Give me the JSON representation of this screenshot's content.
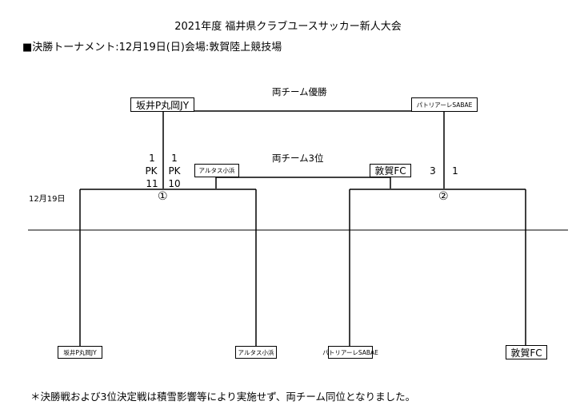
{
  "header": {
    "title": "2021年度 福井県クラブユースサッカー新人大会",
    "subtitle": "■決勝トーナメント:12月19日(日)会場:敦賀陸上競技場"
  },
  "date_label": "12月19日",
  "final": {
    "label": "両チーム優勝",
    "team_left": "坂井P丸岡JY",
    "team_right": "パトリアーレSABAE"
  },
  "third_place": {
    "label": "両チーム3位",
    "team_left": "アルタス小浜",
    "team_right": "敦賀FC"
  },
  "match1": {
    "number": "①",
    "score_left": "1",
    "score_right": "1",
    "pk_left": "PK",
    "pk_right": "PK",
    "pk_score_left": "11",
    "pk_score_right": "10"
  },
  "match2": {
    "number": "②",
    "score_left": "3",
    "score_right": "1"
  },
  "teams": {
    "t1": "坂井P丸岡JY",
    "t2": "アルタス小浜",
    "t3": "パトリアーレSABAE",
    "t4": "敦賀FC"
  },
  "footnote": "＊決勝戦および3位決定戦は積雪影響等により実施せず、両チーム同位となりました。"
}
